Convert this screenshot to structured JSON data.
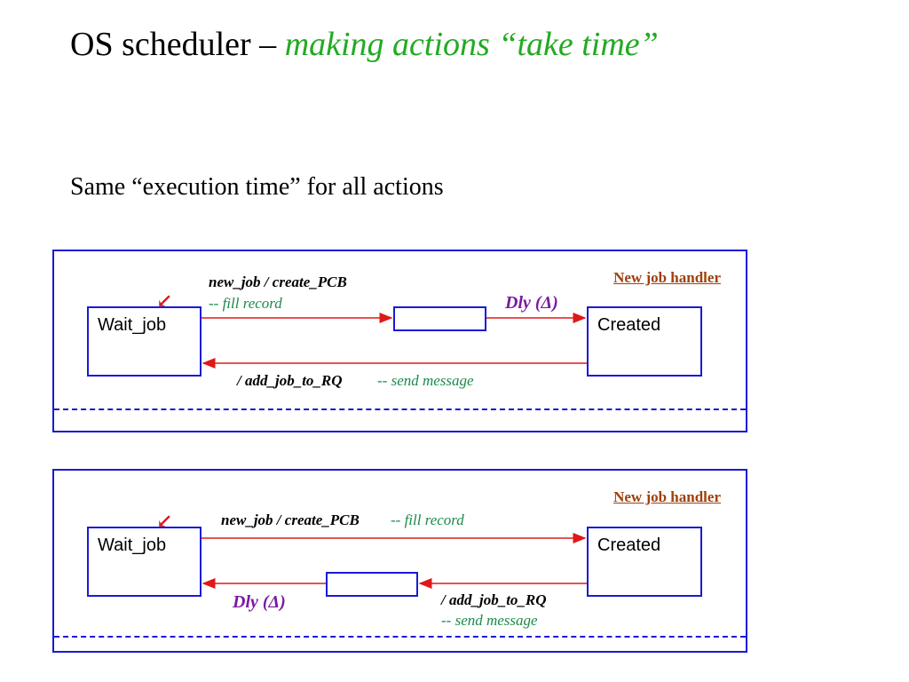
{
  "slide": {
    "title_main": "OS scheduler – ",
    "title_accent": "making actions “take time”",
    "subtitle": "Same “execution time” for all actions"
  },
  "diagram1": {
    "handler": "New job handler",
    "state_left": "Wait_job",
    "state_right": "Created",
    "trigger_label": "new_job / create_PCB",
    "trigger_comment": "-- fill record",
    "delay_label": "Dly (Δ)",
    "return_label": "/ add_job_to_RQ",
    "return_comment": "-- send message"
  },
  "diagram2": {
    "handler": "New job handler",
    "state_left": "Wait_job",
    "state_right": "Created",
    "trigger_label": "new_job / create_PCB",
    "trigger_comment": "-- fill record",
    "delay_label": "Dly (Δ)",
    "return_label": "/ add_job_to_RQ",
    "return_comment": "-- send message"
  },
  "colors": {
    "accent": "#22aa22",
    "frame": "#1a1ad6",
    "arrow": "#e01818",
    "handler": "#a0400c",
    "comment": "#1a8a4a",
    "delay": "#7a1aa0"
  }
}
